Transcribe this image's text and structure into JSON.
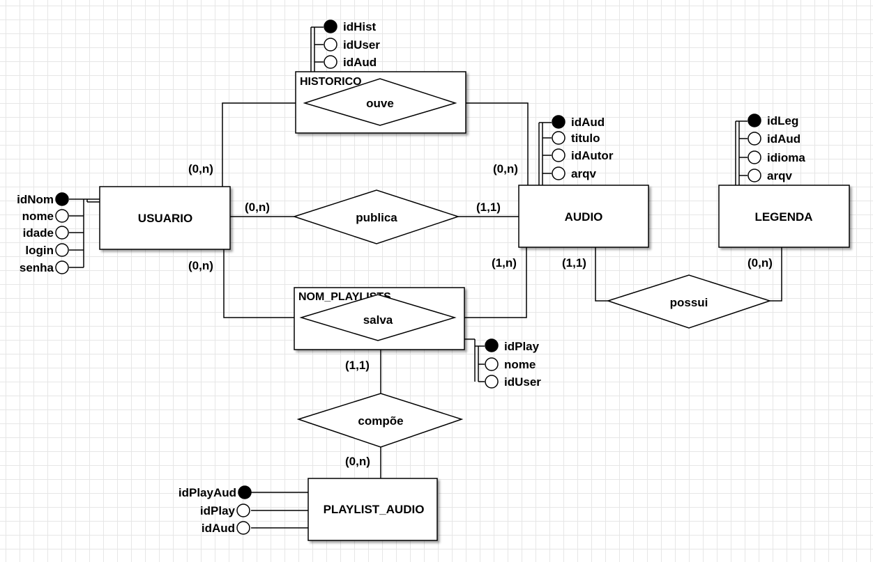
{
  "entities": {
    "usuario": "USUARIO",
    "audio": "AUDIO",
    "legenda": "LEGENDA",
    "playlist_audio": "PLAYLIST_AUDIO",
    "historico": "HISTORICO",
    "nom_playlists": "NOM_PLAYLISTS"
  },
  "relationships": {
    "ouve": "ouve",
    "publica": "publica",
    "salva": "salva",
    "possui": "possui",
    "compoe": "compõe"
  },
  "attributes": {
    "historico": [
      "idHist",
      "idUser",
      "idAud"
    ],
    "audio": [
      "idAud",
      "titulo",
      "idAutor",
      "arqv"
    ],
    "legenda": [
      "idLeg",
      "idAud",
      "idioma",
      "arqv"
    ],
    "usuario": [
      "idNom",
      "nome",
      "idade",
      "login",
      "senha"
    ],
    "nom_playlists": [
      "idPlay",
      "nome",
      "idUser"
    ],
    "playlist_audio": [
      "idPlayAud",
      "idPlay",
      "idAud"
    ]
  },
  "cardinalities": {
    "usuario_ouve": "(0,n)",
    "audio_ouve": "(0,n)",
    "usuario_publica": "(0,n)",
    "audio_publica": "(1,1)",
    "usuario_salva": "(0,n)",
    "audio_salva": "(1,n)",
    "audio_possui": "(1,1)",
    "legenda_possui": "(0,n)",
    "nom_playlists_compoe": "(1,1)",
    "playlist_audio_compoe": "(0,n)"
  }
}
